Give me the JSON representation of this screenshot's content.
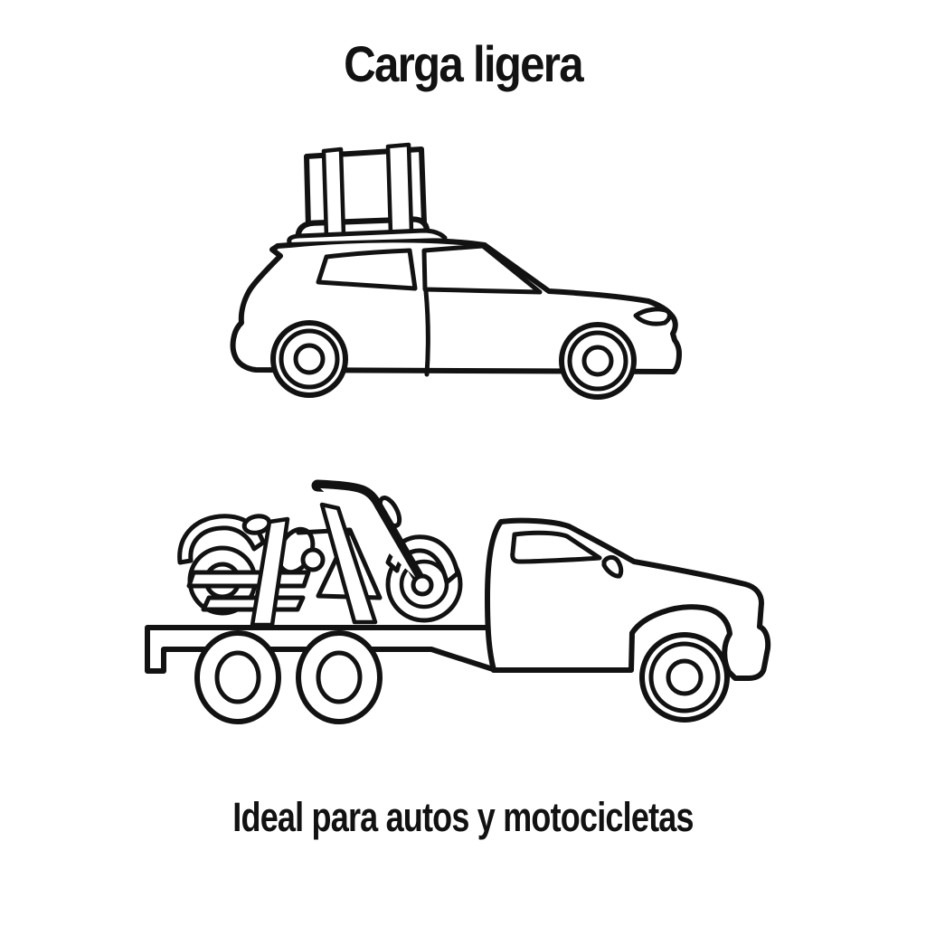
{
  "page": {
    "background": "#ffffff",
    "title": "Carga ligera",
    "caption": "Ideal para autos y motocicletas"
  },
  "colors": {
    "strap": "#ef7a3c",
    "line": "#121212"
  },
  "illustrations": {
    "top": {
      "name": "car-with-roof-cargo-straps",
      "strap_count": 2
    },
    "bottom": {
      "name": "pickup-trailer-motorcycle-straps",
      "strap_count": 2
    }
  }
}
